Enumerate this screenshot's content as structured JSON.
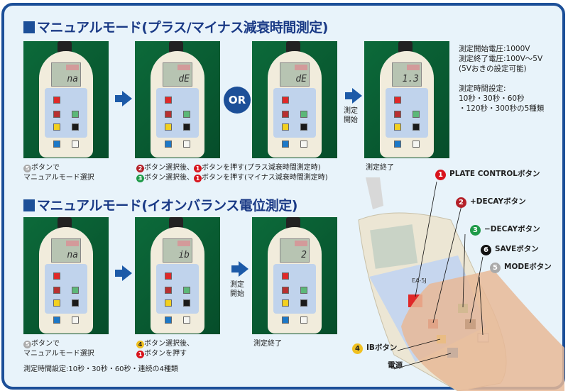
{
  "section1": {
    "title": "マニュアルモード(プラス/マイナス減衰時間測定)",
    "displays": [
      "na",
      "dE",
      "dE",
      "1.3"
    ],
    "or_label": "OR",
    "start_label": "測定\n開始",
    "caption1": [
      "ボタンで",
      "マニュアルモード選択"
    ],
    "caption2_line1": "ボタン選択後、",
    "caption2_line1b": "ボタンを押す(プラス減衰時間測定時)",
    "caption2_line2": "ボタン選択後、",
    "caption2_line2b": "ボタンを押す(マイナス減衰時間測定時)",
    "caption4": "測定終了",
    "spec": "測定開始電圧:1000V\n測定終了電圧:100V〜5V\n(5Vおきの設定可能)\n\n測定時間設定:\n10秒・30秒・60秒\n・120秒・300秒の5種類"
  },
  "section2": {
    "title": "マニュアルモード(イオンバランス電位測定)",
    "displays": [
      "na",
      "ib",
      "2"
    ],
    "start_label": "測定\n開始",
    "caption1": [
      "ボタンで",
      "マニュアルモード選択"
    ],
    "caption2": [
      "ボタン選択後、",
      "ボタンを押す"
    ],
    "caption3": "測定終了",
    "footer": "測定時間設定:10秒・30秒・60秒・連続の4種類"
  },
  "numbers": {
    "n1": "1",
    "n2": "2",
    "n3": "3",
    "n4": "4",
    "n5": "5",
    "n6": "6"
  },
  "callouts": [
    {
      "num": "1",
      "label": "PLATE CONTROLボタン"
    },
    {
      "num": "2",
      "label": "+DECAYボタン"
    },
    {
      "num": "3",
      "label": "−DECAYボタン"
    },
    {
      "num": "6",
      "label": "SAVEボタン"
    },
    {
      "num": "5",
      "label": "MODEボタン"
    },
    {
      "num": "4",
      "label": "IBボタン"
    },
    {
      "num": "",
      "label": "電源"
    }
  ],
  "device_model": "EA-5J",
  "colors": {
    "frame": "#1c4f98",
    "title": "#1a3a86",
    "bg": "#e8f3fa"
  }
}
